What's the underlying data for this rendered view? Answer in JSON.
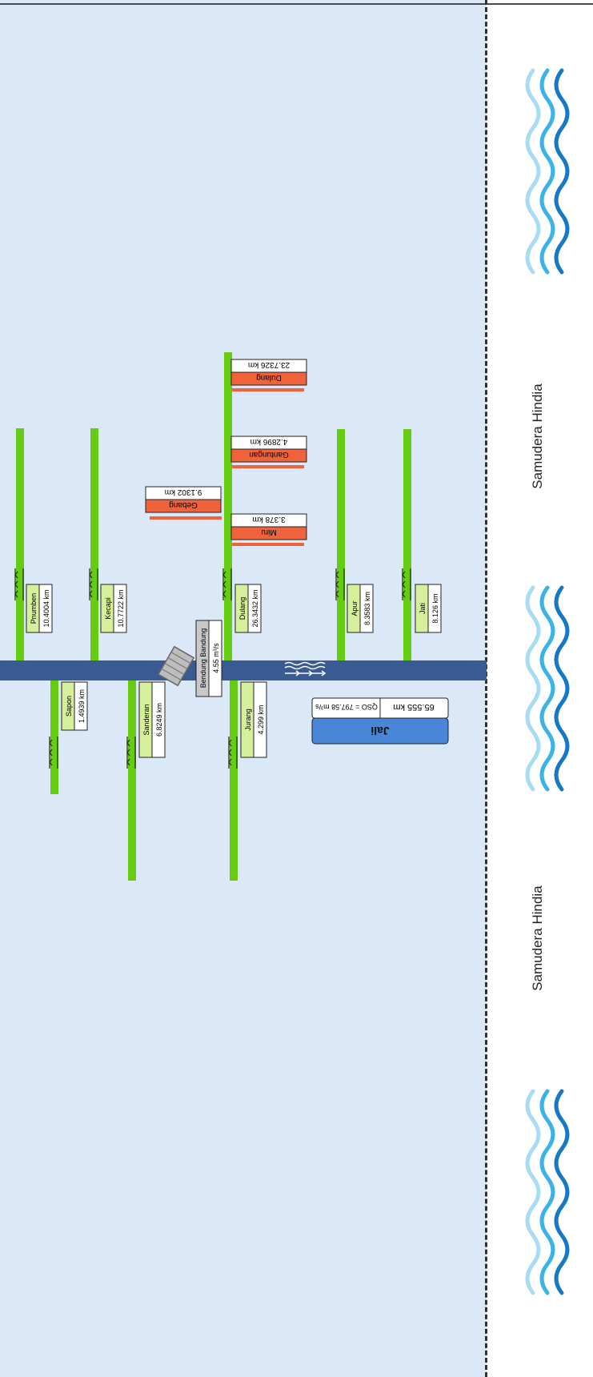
{
  "ocean": {
    "name_upper": "Samudera Hindia",
    "name_lower": "Samudera Hindia"
  },
  "main_river": {
    "name": "Jali",
    "length": "65.555 km",
    "discharge": "QSO = 797.58 m³/s"
  },
  "weir": {
    "name": "Bendung Bandung",
    "flow": "4.55 m³/s"
  },
  "tributaries_upper": [
    {
      "name": "Pnumben",
      "length": "10.4004 km"
    },
    {
      "name": "Kecapi",
      "length": "10.7722 km"
    },
    {
      "name": "Dulang",
      "length": "26.3432 km"
    },
    {
      "name": "Apur",
      "length": "8.3583 km"
    },
    {
      "name": "Jati",
      "length": "8.126 km"
    }
  ],
  "tributaries_lower": [
    {
      "name": "Sapon",
      "length": "1.4939 km"
    },
    {
      "name": "Sanderan",
      "length": "6.8249 km"
    },
    {
      "name": "Jurang",
      "length": "4.299 km"
    }
  ],
  "sub_tributaries": [
    {
      "name": "Gebang",
      "length": "9.1302 km"
    },
    {
      "name": "Miru",
      "length": "3.378 km"
    },
    {
      "name": "Gantungan",
      "length": "4.2896 km"
    },
    {
      "name": "Dulang",
      "length": "23.7326 km"
    }
  ],
  "colors": {
    "land": "#dbe8f8",
    "main_river": "#3a5a93",
    "tributary": "#66cc11",
    "sub_tributary": "#f0623a",
    "label_fill": "#d6ef9a",
    "main_label": "#4a86d8"
  }
}
